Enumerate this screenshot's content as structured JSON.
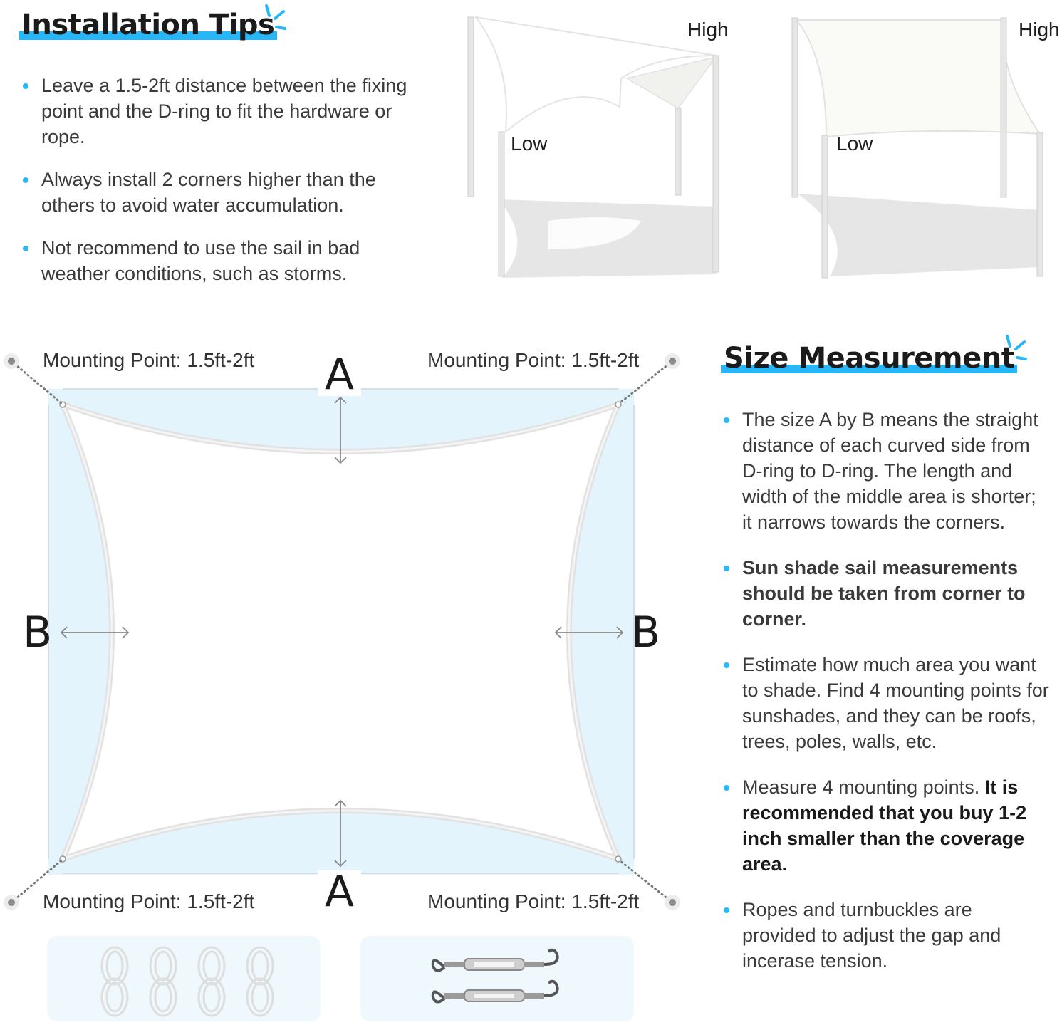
{
  "colors": {
    "accent": "#29b6f6",
    "diagram_bg": "#e3f4fc",
    "sail": "#ffffff",
    "shadow": "#e6e6e6",
    "pole": "#dcdcdc"
  },
  "installation": {
    "title": "Installation Tips",
    "tips": [
      "Leave a 1.5-2ft distance between the fixing point and the D-ring to fit the hardware or rope.",
      "Always install 2 corners higher than the others to avoid water accumulation.",
      "Not recommend to use the sail in bad weather conditions, such as storms."
    ]
  },
  "diagrams": {
    "triangle": {
      "high": "High",
      "low": "Low"
    },
    "rectangle": {
      "high": "High",
      "low": "Low"
    }
  },
  "measurement": {
    "mounting_top_left": "Mounting Point: 1.5ft-2ft",
    "mounting_top_right": "Mounting Point: 1.5ft-2ft",
    "mounting_bottom_left": "Mounting Point: 1.5ft-2ft",
    "mounting_bottom_right": "Mounting Point: 1.5ft-2ft",
    "a_top": "A",
    "a_bottom": "A",
    "b_left": "B",
    "b_right": "B"
  },
  "size": {
    "title": "Size Measurement",
    "point1": "The size A by B means the straight distance of each curved side from D-ring to D-ring. The length and width of the middle area is shorter; it narrows towards the corners.",
    "point2": "Sun shade sail measurements should be taken from corner to corner.",
    "point3": "Estimate how much area you want to shade. Find 4 mounting points for sunshades, and they can be roofs, trees, poles, walls, etc.",
    "point4_normal": "Measure 4 mounting points. ",
    "point4_bold": "It is recommended that you buy 1-2 inch smaller than the coverage area.",
    "point5": "Ropes and turnbuckles are provided to adjust the gap and incerase tension."
  },
  "accessories": {
    "ropes_icon": "rope-coil-icon",
    "turnbuckles_icon": "turnbuckle-icon"
  }
}
